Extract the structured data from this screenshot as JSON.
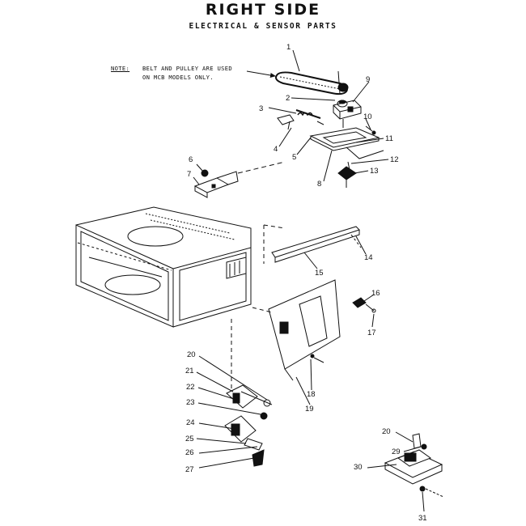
{
  "title": "RIGHT SIDE",
  "subtitle": "ELECTRICAL & SENSOR PARTS",
  "note": {
    "label": "NOTE:",
    "line1": "BELT AND PULLEY ARE USED",
    "line2": "ON MCB MODELS ONLY."
  },
  "callouts": {
    "c1": "1",
    "c2": "2",
    "c3": "3",
    "c4": "4",
    "c5": "5",
    "c6": "6",
    "c7": "7",
    "c8": "8",
    "c9": "9",
    "c10": "10",
    "c11": "11",
    "c12": "12",
    "c13": "13",
    "c14": "14",
    "c15": "15",
    "c16": "16",
    "c17": "17",
    "c18": "18",
    "c19": "19",
    "c20": "20",
    "c21": "21",
    "c22": "22",
    "c23": "23",
    "c24": "24",
    "c25": "25",
    "c26": "26",
    "c27": "27",
    "c20b": "20",
    "c29": "29",
    "c30": "30",
    "c31": "31"
  }
}
